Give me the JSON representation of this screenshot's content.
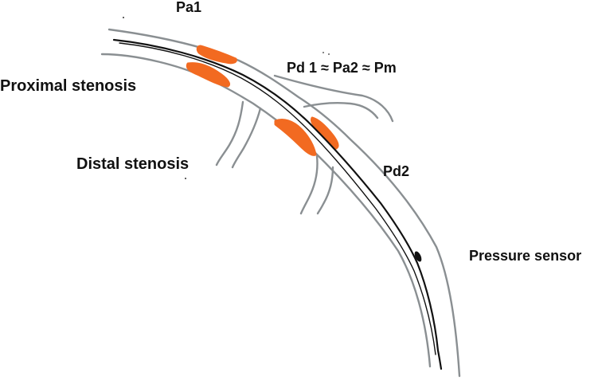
{
  "labels": {
    "pa1": "Pa1",
    "pd1_pa2_pm": "Pd 1 ≈ Pa2 ≈ Pm",
    "proximal_stenosis": "Proximal stenosis",
    "distal_stenosis": "Distal stenosis",
    "pd2": "Pd2",
    "pressure_sensor": "Pressure sensor"
  },
  "colors": {
    "vessel_wall": "#8a8f92",
    "guidewire": "#111111",
    "stenosis": "#f26a21",
    "text": "#111111"
  }
}
